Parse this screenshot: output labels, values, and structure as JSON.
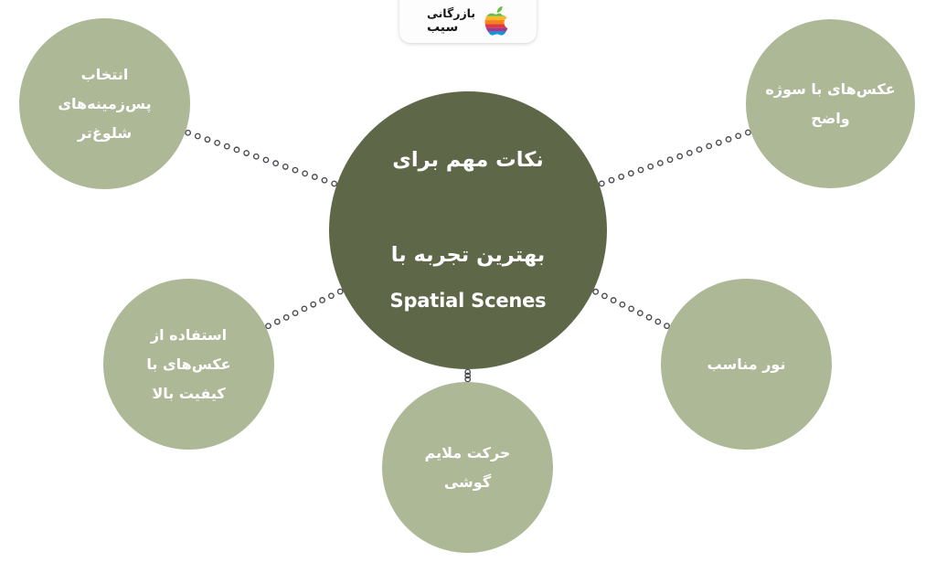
{
  "brand": {
    "name_line1": "بازرگانی",
    "name_line2": "سیب",
    "logo_icon": "rainbow-apple-icon",
    "card_background": "#fdfdfd"
  },
  "palette": {
    "page_background": "#ffffff",
    "center_node": "#5f6749",
    "leaf_node": "#adb896",
    "node_text": "#ffffff",
    "connector_dot_stroke": "#4a4a52"
  },
  "center": {
    "line_fa_1": "نکات مهم برای",
    "line_fa_2": "بهترین تجربه با",
    "line_latin": "Spatial Scenes"
  },
  "nodes": [
    {
      "id": "busier-backgrounds",
      "label": "انتخاب\nپس‌زمینه‌های\nشلوغ‌تر",
      "position": "top-left"
    },
    {
      "id": "clear-subject-photos",
      "label": "عکس‌های با سوژه\nواضح",
      "position": "top-right"
    },
    {
      "id": "high-quality-photos",
      "label": "استفاده از\nعکس‌های با\nکیفیت بالا",
      "position": "mid-left"
    },
    {
      "id": "proper-lighting",
      "label": "نور مناسب",
      "position": "mid-right"
    },
    {
      "id": "gentle-phone-motion",
      "label": "حرکت ملایم\nگوشی",
      "position": "bottom-center"
    }
  ],
  "connectors": [
    {
      "id": "center-to-busier-backgrounds",
      "from": "center",
      "to": "busier-backgrounds"
    },
    {
      "id": "center-to-clear-subject-photos",
      "from": "center",
      "to": "clear-subject-photos"
    },
    {
      "id": "center-to-high-quality-photos",
      "from": "center",
      "to": "high-quality-photos"
    },
    {
      "id": "center-to-proper-lighting",
      "from": "center",
      "to": "proper-lighting"
    },
    {
      "id": "center-to-gentle-phone-motion",
      "from": "center",
      "to": "gentle-phone-motion"
    }
  ]
}
